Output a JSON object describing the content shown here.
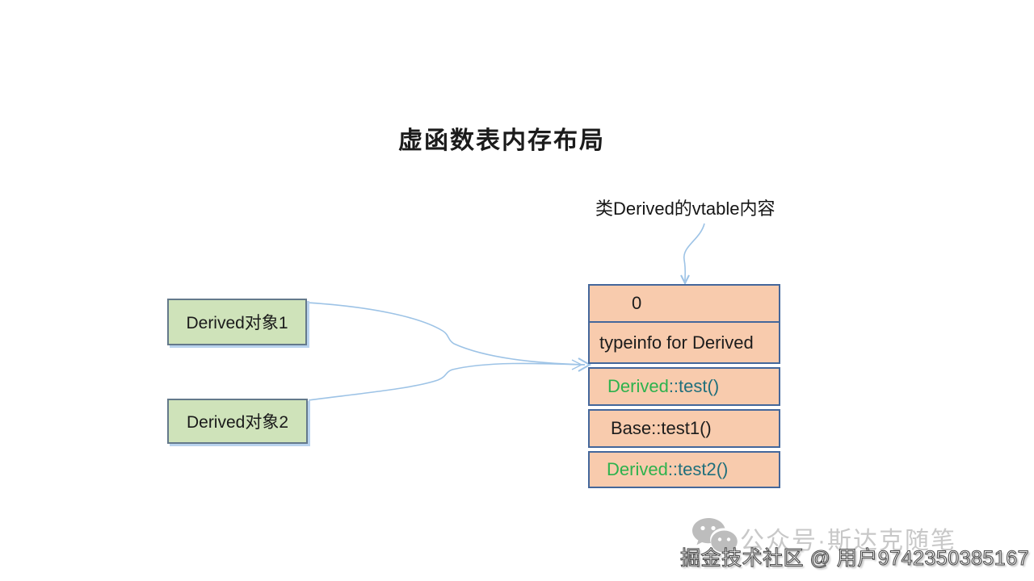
{
  "title": "虚函数表内存布局",
  "vtable_caption": "类Derived的vtable内容",
  "objects": {
    "obj1": "Derived对象1",
    "obj2": "Derived对象2"
  },
  "vtable": {
    "row0": "0",
    "row1": "typeinfo for Derived",
    "row2_class": "Derived",
    "row2_method": "::test()",
    "row3": "Base::test1()",
    "row4_class": "Derived",
    "row4_method": "::test2()"
  },
  "watermark": {
    "icon": "wechat-icon",
    "account": "公众号·斯达克随笔",
    "credit": "掘金技术社区 @ 用户9742350385167"
  },
  "colors": {
    "cell_fill": "#f8cbad",
    "cell_border": "#44679b",
    "object_fill": "#cfe3ba",
    "object_border": "#64798b",
    "object_shadow": "#b9d3ee",
    "arrow": "#9dc3e6",
    "method_green": "#2db24d",
    "method_teal": "#206f7c",
    "watermark_gray": "#c8c8c8"
  }
}
